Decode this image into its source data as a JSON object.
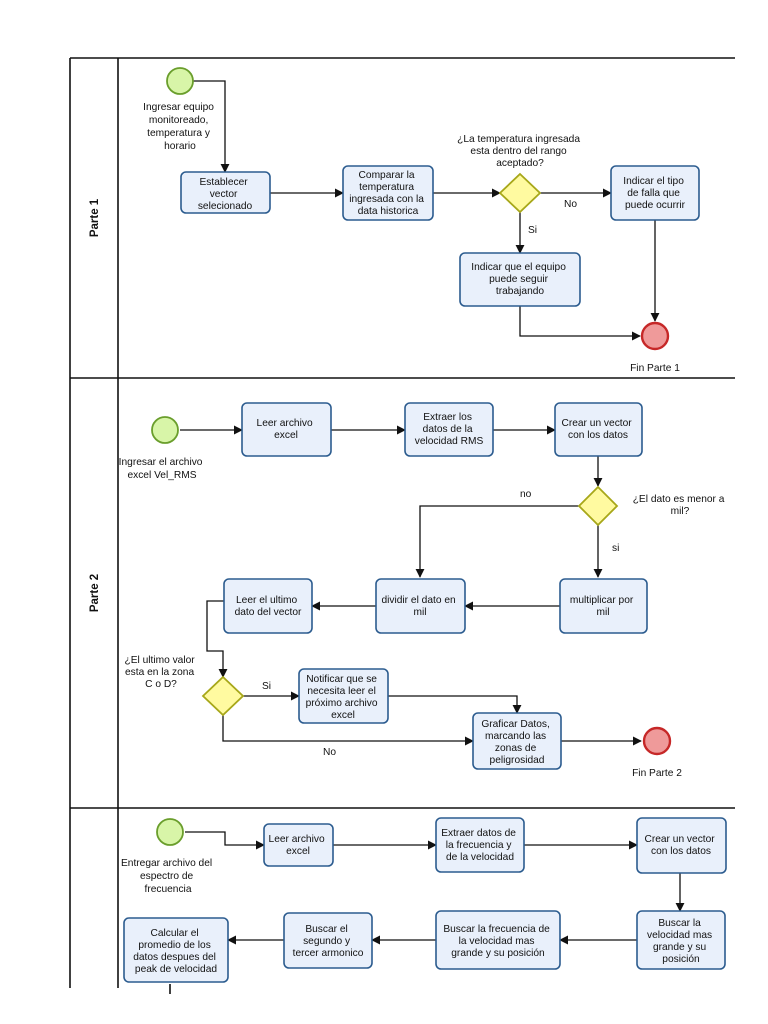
{
  "lanes": [
    {
      "title": "Parte 1"
    },
    {
      "title": "Parte 2"
    },
    {
      "title": ""
    }
  ],
  "part1": {
    "start_label": [
      "Ingresar equipo",
      "monitoreado,",
      "temperatura y",
      "horario"
    ],
    "task_establish": [
      "Establecer",
      "vector",
      "selecionado"
    ],
    "task_compare": [
      "Comparar la",
      "temperatura",
      "ingresada con la",
      "data historica"
    ],
    "gateway_question": [
      "¿La temperatura ingresada",
      "esta dentro del rango",
      "aceptado?"
    ],
    "no_label": "No",
    "si_label": "Si",
    "task_fault": [
      "Indicar el tipo",
      "de falla que",
      "puede ocurrir"
    ],
    "task_continue": [
      "Indicar que el equipo",
      "puede seguir",
      "trabajando"
    ],
    "end_label": "Fin Parte 1"
  },
  "part2": {
    "start_label": [
      "Ingresar el archivo",
      "excel Vel_RMS"
    ],
    "task_read": [
      "Leer archivo",
      "excel"
    ],
    "task_extract": [
      "Extraer los",
      "datos de la",
      "velocidad RMS"
    ],
    "task_vector": [
      "Crear un vector",
      "con los datos"
    ],
    "gateway_question": [
      "¿El dato es menor a",
      "mil?"
    ],
    "no_label": "no",
    "si_label": "si",
    "task_multiply": [
      "multiplicar por",
      "mil"
    ],
    "task_divide": [
      "dividir el dato en",
      "mil"
    ],
    "task_last": [
      "Leer el ultimo",
      "dato del vector"
    ],
    "gateway2_question": [
      "¿El ultimo valor",
      "esta en la zona",
      "C o D?"
    ],
    "si2_label": "Si",
    "no2_label": "No",
    "task_notify": [
      "Notificar que se",
      "necesita leer el",
      "próximo archivo",
      "excel"
    ],
    "task_graph": [
      "Graficar Datos,",
      "marcando las",
      "zonas de",
      "peligrosidad"
    ],
    "end_label": "Fin Parte 2"
  },
  "part3": {
    "start_label": [
      "Entregar archivo del",
      "espectro de",
      "frecuencia"
    ],
    "task_read": [
      "Leer archivo",
      "excel"
    ],
    "task_extract": [
      "Extraer datos de",
      "la frecuencia y",
      "de la velocidad"
    ],
    "task_vector": [
      "Crear un vector",
      "con los datos"
    ],
    "task_max_velocity": [
      "Buscar la",
      "velocidad mas",
      "grande y su",
      "posición"
    ],
    "task_max_frequency": [
      "Buscar la frecuencia de",
      "la velocidad mas",
      "grande y su posición"
    ],
    "task_harmonics": [
      "Buscar el",
      "segundo y",
      "tercer armonico"
    ],
    "task_average": [
      "Calcular el",
      "promedio de los",
      "datos despues del",
      "peak de velocidad"
    ]
  },
  "colors": {
    "task_fill": "#e9f0fb",
    "task_stroke": "#2c5c8f",
    "gateway_fill": "#fffaa0",
    "gateway_stroke": "#a7a719",
    "start_fill": "#d8f5a8",
    "start_stroke": "#6a9e2c",
    "end_fill": "#ef9a9a",
    "end_stroke": "#c62828"
  }
}
